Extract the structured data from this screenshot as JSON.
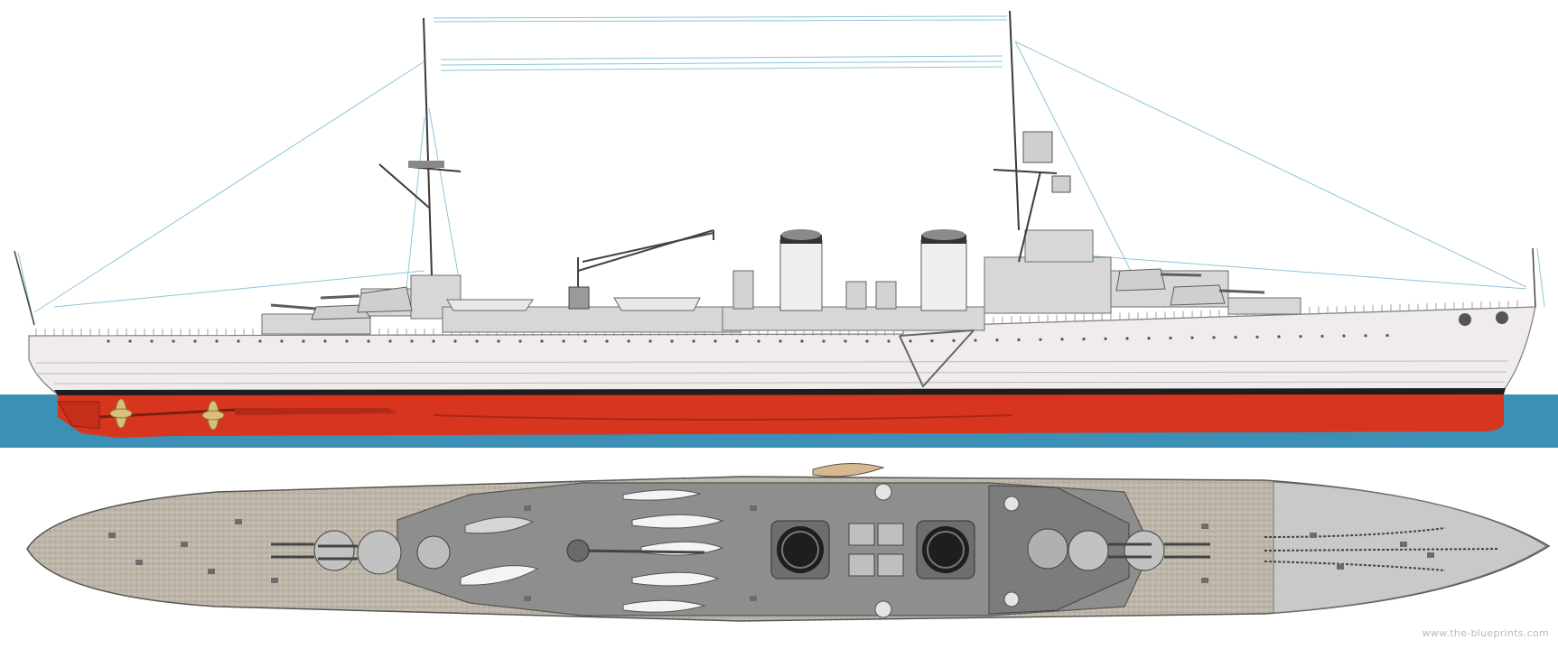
{
  "watermark": "www.the-blueprints.com",
  "colors": {
    "background": "#ffffff",
    "sea": "#3c8fb5",
    "hull_upper": "#efeceb",
    "hull_lower": "#d8351f",
    "boot_topping": "#1e1e1e",
    "superstructure": "#d7d7d7",
    "deck_wood": "#bdb6a8",
    "deck_grey": "#8e8e8e",
    "deck_light": "#c9c9c9",
    "rigging": "#8ec5d9",
    "propeller": "#d8c07a",
    "boats": "#f4f4f4"
  },
  "views": {
    "profile": "side-profile",
    "plan": "top-plan"
  }
}
